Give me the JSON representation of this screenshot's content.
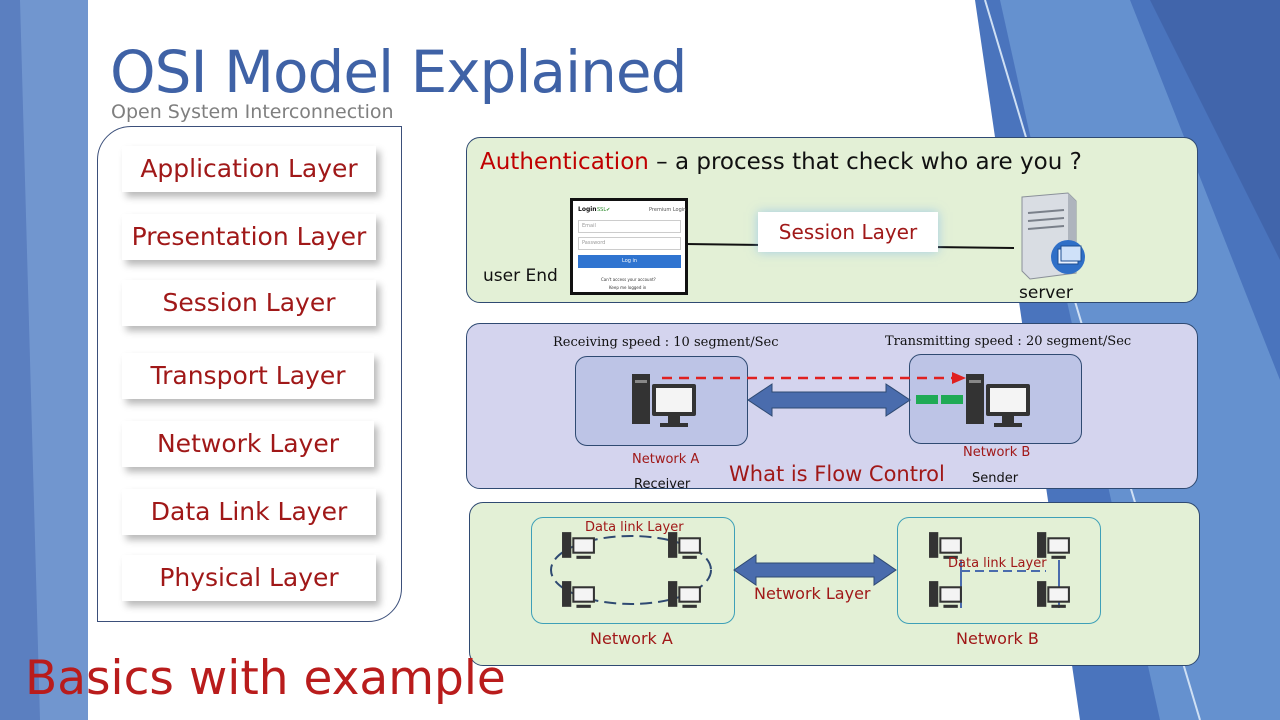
{
  "slide": {
    "title": "OSI Model Explained",
    "subtitle": "Open System Interconnection",
    "footer": "Basics with example"
  },
  "layers": [
    "Application Layer",
    "Presentation Layer",
    "Session Layer",
    "Transport Layer",
    "Network Layer",
    "Data Link Layer",
    "Physical Layer"
  ],
  "auth_panel": {
    "heading_keyword": "Authentication",
    "heading_rest": "– a process that check who are you ?",
    "user_label": "user End",
    "session_label": "Session Layer",
    "server_label": "server",
    "login": {
      "title": "Login",
      "ssl": "SSL✔",
      "premium": "Premium Login",
      "email_placeholder": "Email",
      "password_placeholder": "Password",
      "button": "Log in",
      "forgot": "Can't access your account?",
      "keep": "Keep me logged in"
    }
  },
  "flow_panel": {
    "receiving_speed": "Receiving speed : 10 segment/Sec",
    "transmitting_speed": "Transmitting  speed : 20 segment/Sec",
    "network_a": "Network A",
    "receiver": "Receiver",
    "title": "What is Flow Control",
    "network_b": "Network B",
    "sender": "Sender"
  },
  "network_panel": {
    "datalink_a": "Data link Layer",
    "datalink_b": "Data link Layer",
    "network_layer": "Network Layer",
    "network_a": "Network A",
    "network_b": "Network B"
  },
  "colors": {
    "title_blue": "#3f62a6",
    "layer_red": "#a01818",
    "panel_green": "#e3f0d6",
    "panel_purple": "#d4d4ee",
    "arrow_blue": "#4a6cad"
  }
}
